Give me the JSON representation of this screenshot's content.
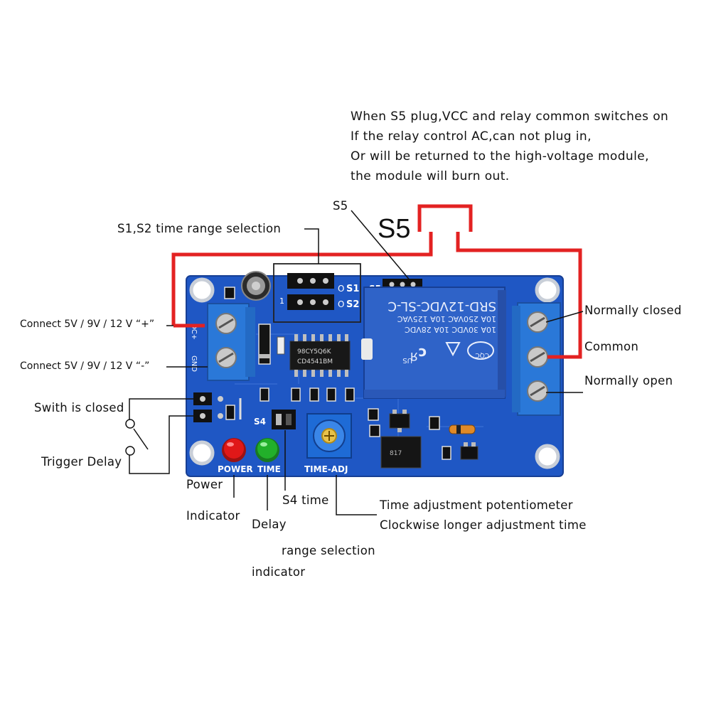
{
  "warning": {
    "line1": "When S5 plug,VCC and relay common switches on",
    "line2": "If the relay control AC,can not plug in,",
    "line3": "Or will be returned to the high-voltage module,",
    "line4": "the module will burn out."
  },
  "labels": {
    "s5_small": "S5",
    "s5_big": "S5",
    "s1s2_range": "S1,S2 time range selection",
    "connect_plus": "Connect  5V / 9V / 12 V  “+”",
    "connect_minus": "Connect  5V / 9V / 12 V  “-”",
    "switch_closed": "Swith is closed",
    "trigger_delay": "Trigger Delay",
    "normally_closed": "Normally closed",
    "common": "Common",
    "normally_open": "Normally open",
    "power": "Power",
    "indicator": "Indicator",
    "delay": "Delay",
    "s4_time": "S4 time",
    "range_selection": "range selection",
    "indicator2": "indicator",
    "pot_line1": "Time adjustment potentiometer",
    "pot_line2": "Clockwise longer adjustment time"
  },
  "board": {
    "relay_model": "SRD-12VDC-SL-C",
    "relay_rating1": "10A 250VAC  10A 125VAC",
    "relay_rating2": "10A 30VDC   10A 28VDC",
    "ic_line1": "98CY5Q6K",
    "ic_line2": "CD4541BM",
    "silk_power": "POWER",
    "silk_time": "TIME",
    "silk_time_adj": "TIME-ADJ",
    "silk_s1": "S1",
    "silk_s2": "S2",
    "silk_s4": "S4",
    "silk_s5": "S5",
    "cqc": "CQC",
    "ul": "US"
  },
  "colors": {
    "pcb": "#1f57c4",
    "terminal_block": "#2a78d8",
    "relay": "#2f63c8",
    "wire_red": "#e32222",
    "led_power": "#e01818",
    "led_time": "#22b02a"
  }
}
